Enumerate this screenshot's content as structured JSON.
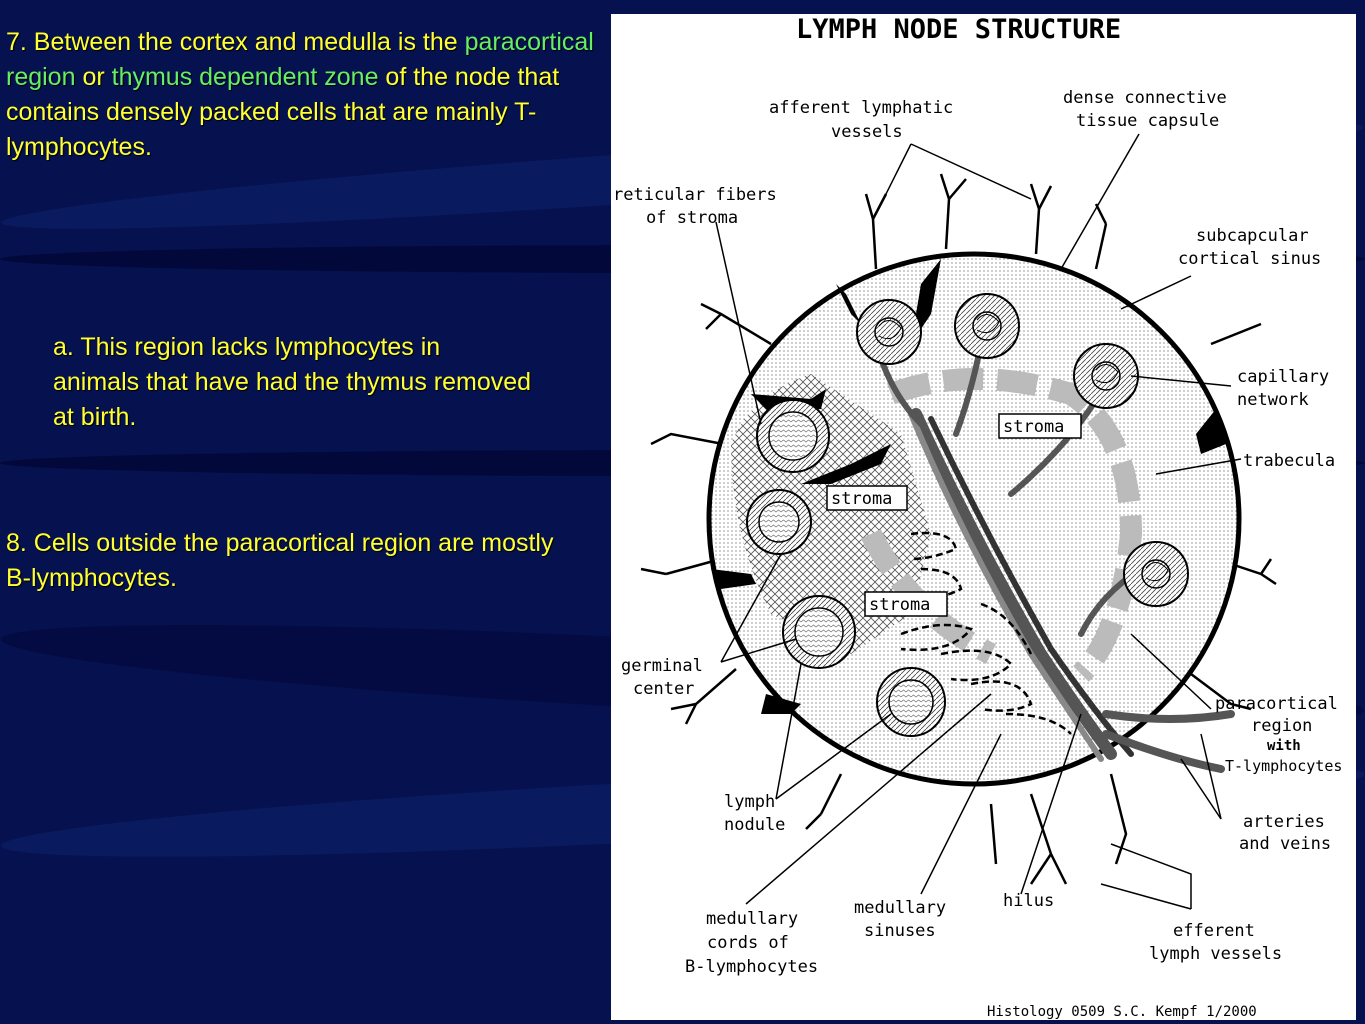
{
  "slide": {
    "point7": {
      "prefix": "7. Between the cortex and medulla is the ",
      "term1": "paracortical region",
      "mid": " or ",
      "term2": "thymus dependent zone",
      "suffix": " of the node that contains densely packed cells that are mainly T-lymphocytes."
    },
    "point7a": "a. This region lacks lymphocytes in animals that have had the thymus removed at birth.",
    "point8": "8. Cells outside the paracortical region are mostly B-lymphocytes."
  },
  "diagram": {
    "title": "LYMPH NODE STRUCTURE",
    "labels": {
      "afferent": [
        "afferent lymphatic",
        "vessels"
      ],
      "capsule": [
        "dense connective",
        "tissue capsule"
      ],
      "reticular": [
        "reticular fibers",
        "of stroma"
      ],
      "subcapsular": [
        "subcapcular",
        "cortical sinus"
      ],
      "capillary": [
        "capillary",
        "network"
      ],
      "trabecula": "trabecula",
      "stroma1": "stroma",
      "stroma2": "stroma",
      "stroma3": "stroma",
      "germinal": [
        "germinal",
        "center"
      ],
      "paracortical": [
        "paracortical",
        "region",
        "with",
        "T-lymphocytes"
      ],
      "arteries": [
        "arteries",
        "and veins"
      ],
      "nodule": [
        "lymph",
        "nodule"
      ],
      "cords": [
        "medullary",
        "cords of",
        "B-lymphocytes"
      ],
      "sinuses": [
        "medullary",
        "sinuses"
      ],
      "hilus": "hilus",
      "efferent": [
        "efferent",
        "lymph vessels"
      ]
    },
    "credit": "Histology 0509  S.C. Kempf  1/2000"
  },
  "colors": {
    "background": "#06124f",
    "text": "#ffff33",
    "highlight": "#66ee66"
  }
}
